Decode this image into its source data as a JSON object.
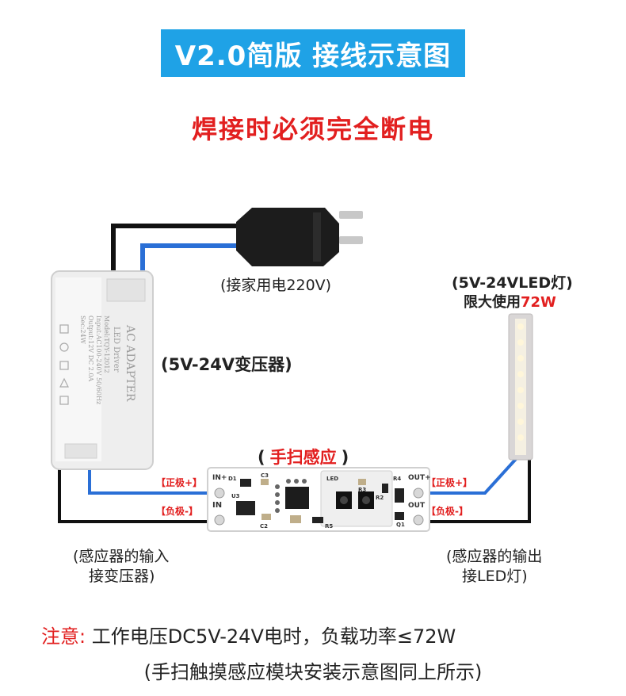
{
  "header": {
    "title": "V2.0简版 接线示意图",
    "warning": "焊接时必须完全断电"
  },
  "plug": {
    "label": "(接家用电220V)"
  },
  "transformer": {
    "label": "(5V-24V变压器)",
    "print_lines": [
      "AC ADAPTER",
      "LED Driver",
      "Model:TQY-12012",
      "Input:AC100-240V 50/60Hz",
      "Output:12V DC 2.0A",
      "Sec:24W"
    ]
  },
  "led": {
    "label": "(5V-24VLED灯)",
    "limit_prefix": "限大使用",
    "limit_value": "72W"
  },
  "sensor": {
    "label_open": "(",
    "label_main": "手扫感应",
    "label_close": ")",
    "pcb_marks": {
      "in_plus": "IN+",
      "in": "IN",
      "out_plus": "OUT+",
      "out": "OUT",
      "d1": "D1",
      "c3": "C3",
      "u3": "U3",
      "c2": "C2",
      "r5": "R5",
      "led": "LED",
      "r4": "R4",
      "r3": "R3",
      "r2": "R2",
      "q1": "Q1"
    }
  },
  "terminals": {
    "in_pos": "【正极+】",
    "in_neg": "【负极-】",
    "out_pos": "【正极+】",
    "out_neg": "【负极-】"
  },
  "captions": {
    "input_line1": "(感应器的输入",
    "input_line2": "接变压器)",
    "output_line1": "(感应器的输出",
    "output_line2": "接LED灯)"
  },
  "notes": {
    "note_prefix": "注意:",
    "note_text": " 工作电压DC5V-24V电时，负载功率≤72W",
    "note2": "(手扫触摸感应模块安装示意图同上所示)"
  },
  "colors": {
    "title_bg": "#1fa2e6",
    "warning": "#e21f1f",
    "wire_positive": "#2a6fd6",
    "wire_negative": "#111111"
  }
}
